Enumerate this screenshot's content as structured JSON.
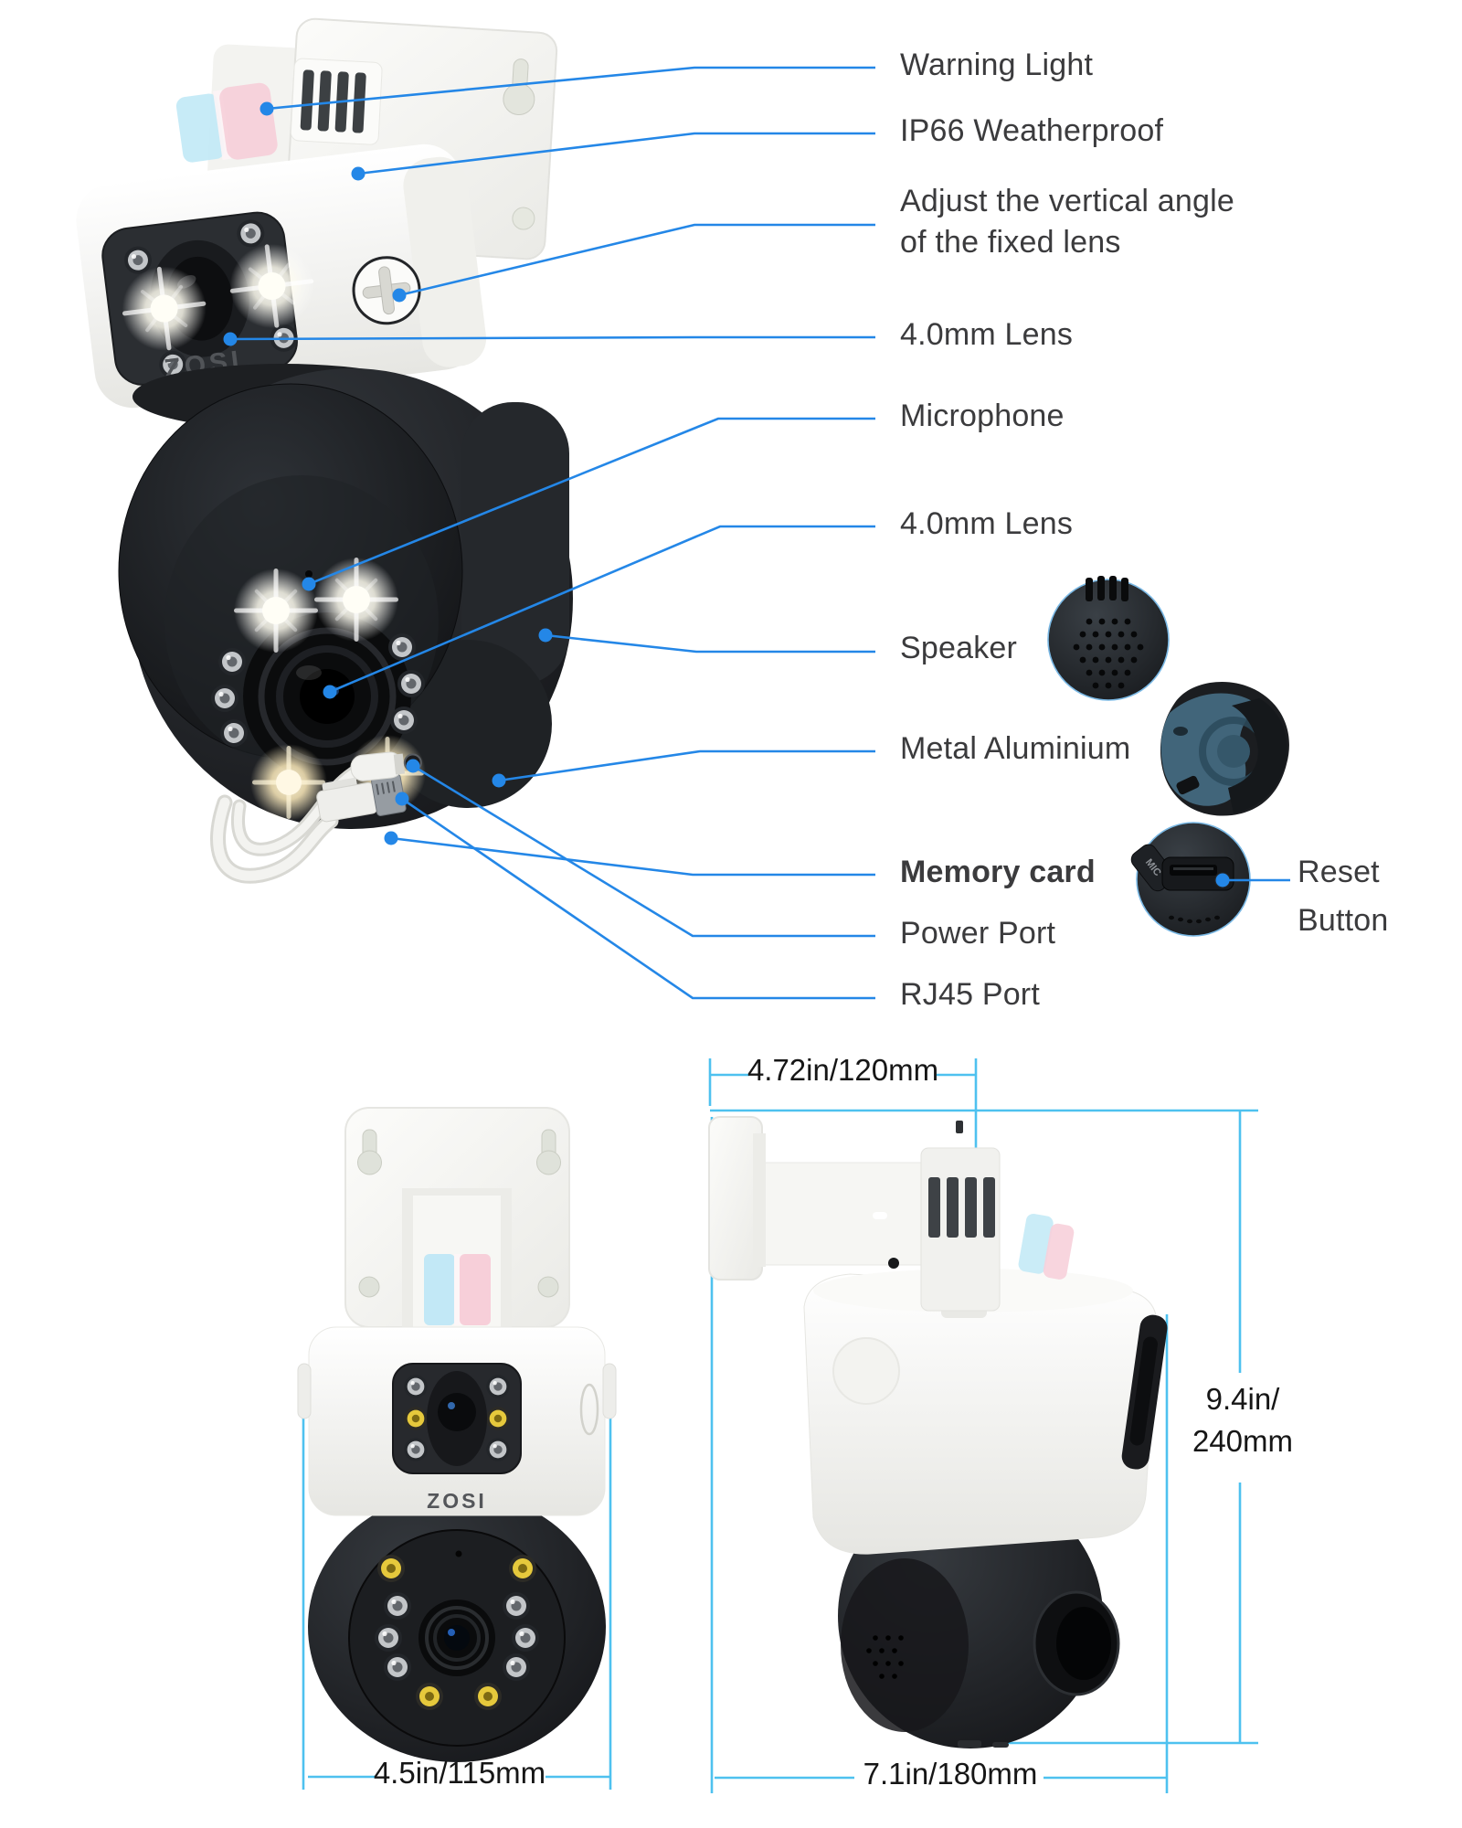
{
  "brand": "ZOSI",
  "callouts": {
    "warning_light": "Warning Light",
    "ip66": "IP66 Weatherproof",
    "adjust_line1": "Adjust the vertical angle",
    "adjust_line2": "of the fixed lens",
    "lens_top": "4.0mm Lens",
    "microphone": "Microphone",
    "lens_bottom": "4.0mm Lens",
    "speaker": "Speaker",
    "metal_aluminium": "Metal Aluminium",
    "memory_card": "Memory card",
    "power_port": "Power Port",
    "rj45_port": "RJ45 Port",
    "reset_line1": "Reset",
    "reset_line2": "Button"
  },
  "insets": {
    "mic_label": "MIC"
  },
  "dimensions": {
    "bracket_width": "4.72in/120mm",
    "height_line1": "9.4in/",
    "height_line2": "240mm",
    "front_width": "4.5in/115mm",
    "side_depth": "7.1in/180mm"
  },
  "colors": {
    "callout_blue": "#2487e7",
    "dimension_cyan": "#4ec1ef",
    "label_gray": "#3b3b3d"
  }
}
